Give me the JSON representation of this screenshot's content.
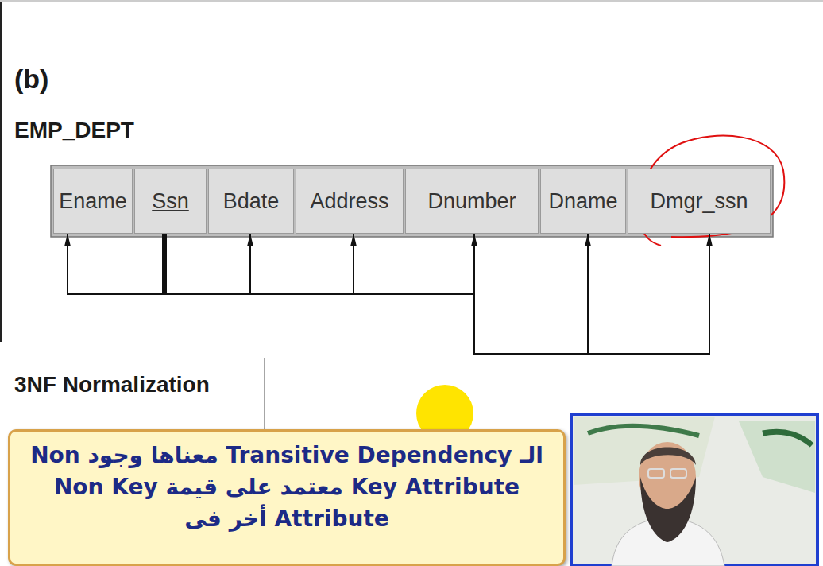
{
  "diagram": {
    "title": "(b)",
    "nodes": [
      {
        "text": [
          "Ename"
        ]
      },
      {
        "text": [
          "Ssn"
        ]
      },
      {
        "text": [
          "Bdate"
        ]
      },
      {
        "text": [
          "Address"
        ]
      },
      {
        "text": [
          "Dnumber"
        ]
      },
      {
        "text": [
          "Dname"
        ]
      },
      {
        "text": [
          "Dmgr_ssn"
        ]
      },
      {
        "text": [
          "الـ Transitive Dependency معناها وجود Non Key Attribute معتمد على قيمة Non Key Attribute أخر فى"
        ]
      }
    ],
    "edges": [
      {
        "from": 1,
        "to": 0,
        "arrow": "to"
      },
      {
        "from": 1,
        "to": 2,
        "arrow": "to"
      },
      {
        "from": 1,
        "to": 3,
        "arrow": "to"
      },
      {
        "from": 1,
        "to": 4,
        "arrow": "to"
      },
      {
        "from": 4,
        "to": 5,
        "arrow": "to"
      },
      {
        "from": 4,
        "to": 6,
        "arrow": "to"
      }
    ],
    "labels": [
      "EMP_DEPT",
      "3NF Normalization"
    ]
  }
}
